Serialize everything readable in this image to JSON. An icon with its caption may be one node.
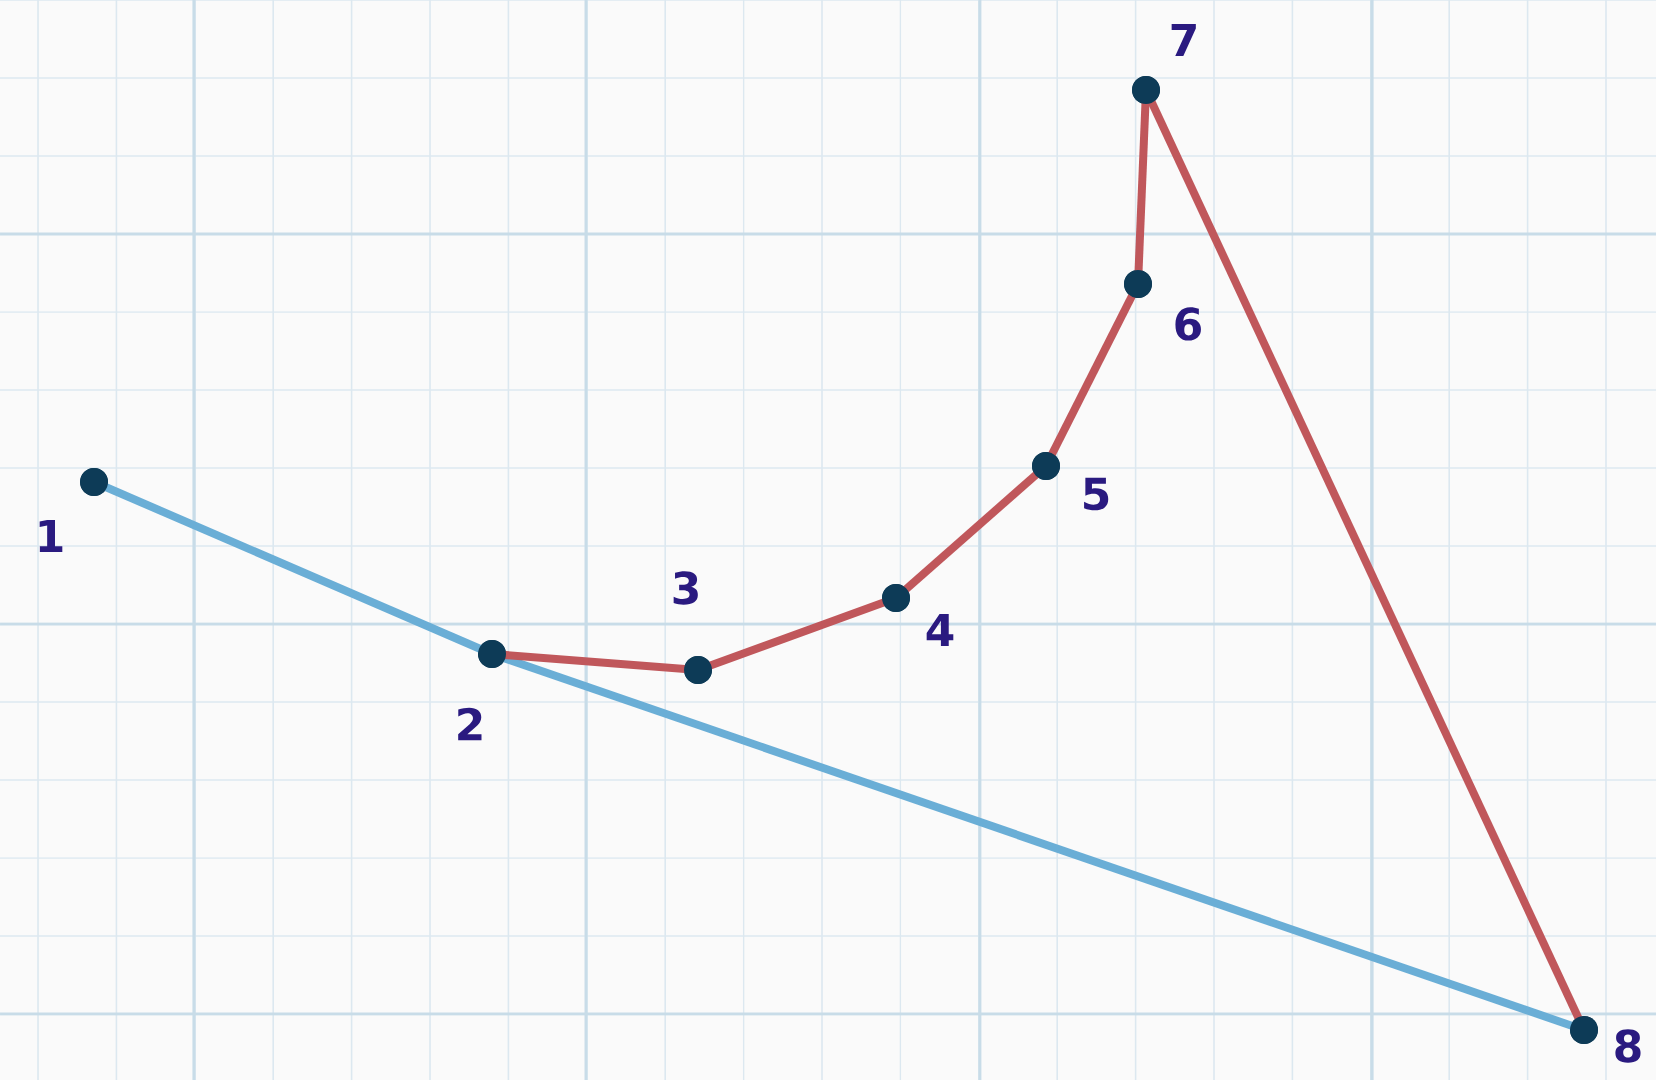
{
  "diagram": {
    "nodes": [
      {
        "text": [],
        "shape": "circle",
        "beside": [
          "1"
        ]
      },
      {
        "text": [],
        "shape": "circle",
        "beside": [
          "2"
        ]
      },
      {
        "text": [],
        "shape": "circle",
        "beside": [
          "3"
        ]
      },
      {
        "text": [],
        "shape": "circle",
        "beside": [
          "4"
        ]
      },
      {
        "text": [],
        "shape": "circle",
        "beside": [
          "5"
        ]
      },
      {
        "text": [],
        "shape": "circle",
        "beside": [
          "6"
        ]
      },
      {
        "text": [],
        "shape": "circle",
        "beside": [
          "7"
        ]
      },
      {
        "text": [],
        "shape": "circle",
        "beside": [
          "8"
        ]
      }
    ],
    "edges": [
      {
        "from": 0,
        "to": 1,
        "arrow": "none",
        "color": "#6aaed6"
      },
      {
        "from": 1,
        "to": 7,
        "arrow": "none",
        "color": "#6aaed6"
      },
      {
        "from": 1,
        "to": 2,
        "arrow": "none"
      },
      {
        "from": 2,
        "to": 3,
        "arrow": "none"
      },
      {
        "from": 3,
        "to": 4,
        "arrow": "none"
      },
      {
        "from": 4,
        "to": 5,
        "arrow": "none"
      },
      {
        "from": 5,
        "to": 6,
        "arrow": "none"
      },
      {
        "from": 6,
        "to": 7,
        "arrow": "none"
      }
    ]
  }
}
